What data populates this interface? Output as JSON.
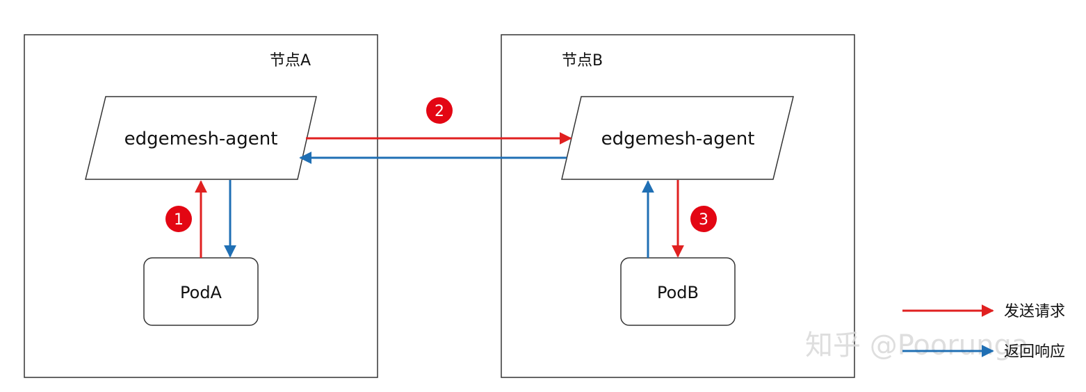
{
  "colors": {
    "request": "#e02020",
    "response": "#1f6fb4",
    "step_badge": "#e30613",
    "border": "#333333"
  },
  "node_a": {
    "label": "节点A",
    "agent_label": "edgemesh-agent",
    "pod_label": "PodA"
  },
  "node_b": {
    "label": "节点B",
    "agent_label": "edgemesh-agent",
    "pod_label": "PodB"
  },
  "steps": [
    "1",
    "2",
    "3"
  ],
  "legend": {
    "request_label": "发送请求",
    "response_label": "返回响应"
  },
  "watermark": "知乎 @Poorunga"
}
